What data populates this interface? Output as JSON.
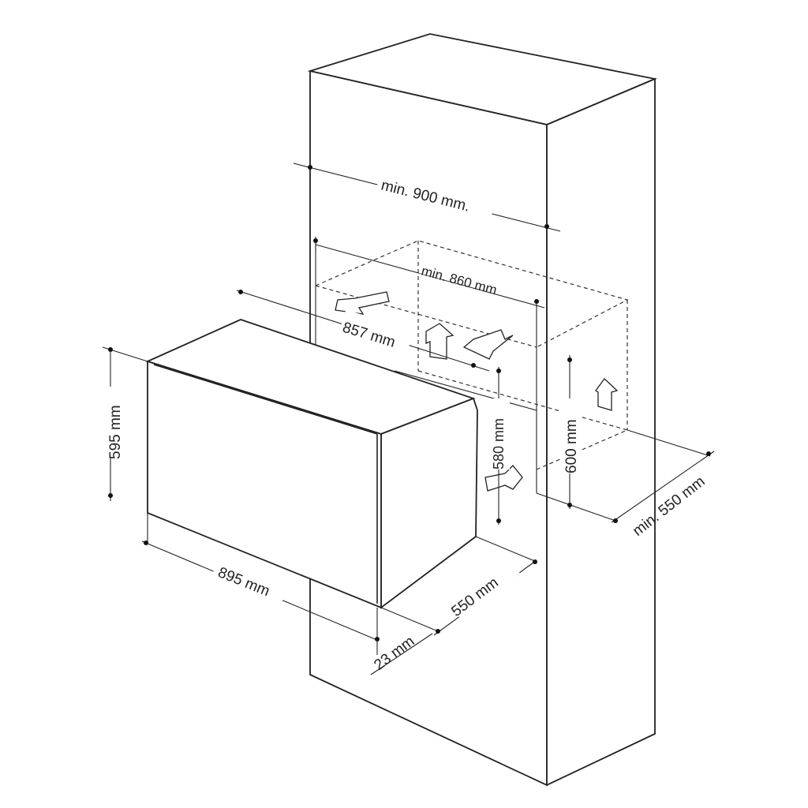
{
  "diagram": {
    "labels": {
      "cabinet_width": "min. 900 mm.",
      "niche_width": "min. 860 mm",
      "oven_depth_top": "857 mm",
      "oven_height": "595 mm",
      "oven_body_height": "580 mm",
      "niche_height": "600 mm",
      "niche_depth": "min. 550 mm",
      "oven_width": "895 mm",
      "oven_body_depth": "550 mm",
      "front_panel": "23 mm"
    }
  }
}
